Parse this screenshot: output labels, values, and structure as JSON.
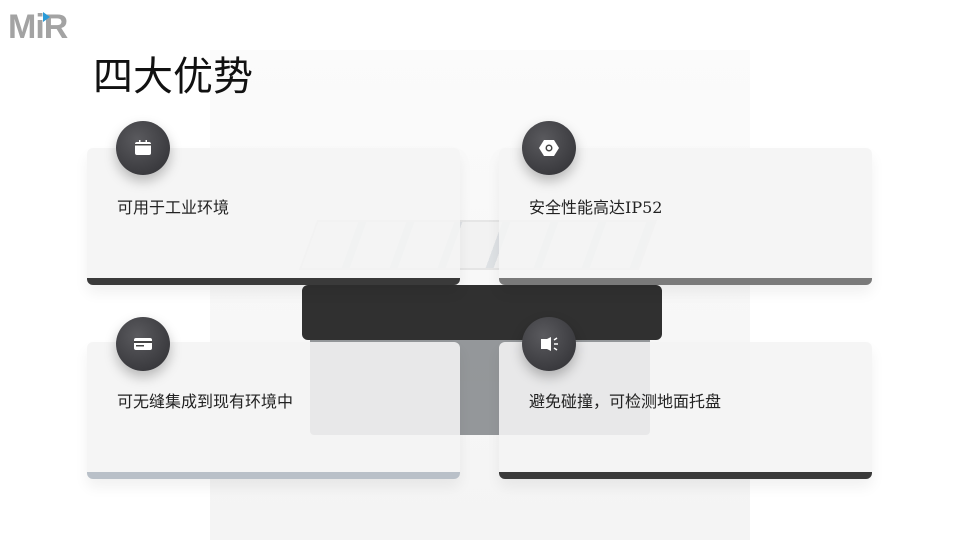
{
  "logo": "MiR",
  "title": "四大优势",
  "cards": [
    {
      "text": "可用于工业环境",
      "icon": "calendar-icon",
      "bar_color": "#3a3a3a"
    },
    {
      "text": "安全性能高达IP52",
      "icon": "hex-nut-icon",
      "bar_color": "#7a7a7a"
    },
    {
      "text": "可无缝集成到现有环境中",
      "icon": "card-icon",
      "bar_color": "#b9c0c8"
    },
    {
      "text": "避免碰撞，可检测地面托盘",
      "icon": "sensor-icon",
      "bar_color": "#3a3a3a"
    }
  ]
}
